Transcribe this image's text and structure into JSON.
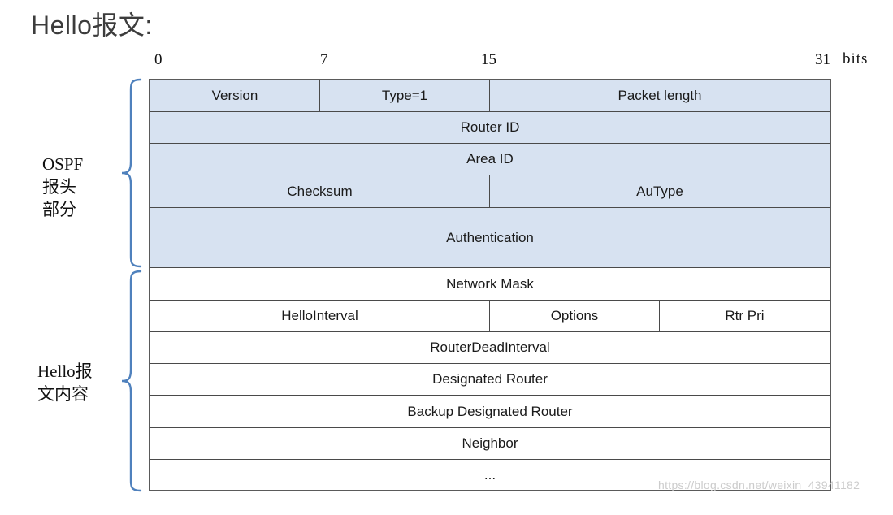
{
  "page": {
    "title": "Hello报文:"
  },
  "bit_scale": {
    "tick_0": "0",
    "tick_7": "7",
    "tick_15": "15",
    "tick_31": "31",
    "unit": "bits"
  },
  "annotations": {
    "header_brace_label": [
      "OSPF",
      "报头",
      "部分"
    ],
    "body_brace_label": [
      "Hello报",
      "文内容"
    ]
  },
  "packet_table": {
    "sections": [
      "OSPF header",
      "Hello packet body"
    ],
    "rows": [
      {
        "section": "ospf-header",
        "cells": [
          {
            "label": "Version",
            "bits": "0-7"
          },
          {
            "label": "Type=1",
            "bits": "8-15"
          },
          {
            "label": "Packet length",
            "bits": "16-31"
          }
        ]
      },
      {
        "section": "ospf-header",
        "cells": [
          {
            "label": "Router ID",
            "bits": "0-31"
          }
        ]
      },
      {
        "section": "ospf-header",
        "cells": [
          {
            "label": "Area ID",
            "bits": "0-31"
          }
        ]
      },
      {
        "section": "ospf-header",
        "cells": [
          {
            "label": "Checksum",
            "bits": "0-15"
          },
          {
            "label": "AuType",
            "bits": "16-31"
          }
        ]
      },
      {
        "section": "ospf-header",
        "cells": [
          {
            "label": "Authentication",
            "bits": "0-31"
          }
        ]
      },
      {
        "section": "hello-body",
        "cells": [
          {
            "label": "Network Mask",
            "bits": "0-31"
          }
        ]
      },
      {
        "section": "hello-body",
        "cells": [
          {
            "label": "HelloInterval",
            "bits": "0-15"
          },
          {
            "label": "Options",
            "bits": "16-23"
          },
          {
            "label": "Rtr Pri",
            "bits": "24-31"
          }
        ]
      },
      {
        "section": "hello-body",
        "cells": [
          {
            "label": "RouterDeadInterval",
            "bits": "0-31"
          }
        ]
      },
      {
        "section": "hello-body",
        "cells": [
          {
            "label": "Designated Router",
            "bits": "0-31"
          }
        ]
      },
      {
        "section": "hello-body",
        "cells": [
          {
            "label": "Backup Designated Router",
            "bits": "0-31"
          }
        ]
      },
      {
        "section": "hello-body",
        "cells": [
          {
            "label": "Neighbor",
            "bits": "0-31"
          }
        ]
      },
      {
        "section": "hello-body",
        "cells": [
          {
            "label": "...",
            "bits": ""
          }
        ]
      }
    ]
  },
  "watermark": "https://blog.csdn.net/weixin_43941182",
  "colors": {
    "header_fill": "#d7e2f1",
    "body_fill": "#ffffff",
    "border_color": "#4a4a4a",
    "brace_color": "#4f81bd",
    "title_color": "#3c3c3c",
    "watermark_color": "#cccccc"
  }
}
